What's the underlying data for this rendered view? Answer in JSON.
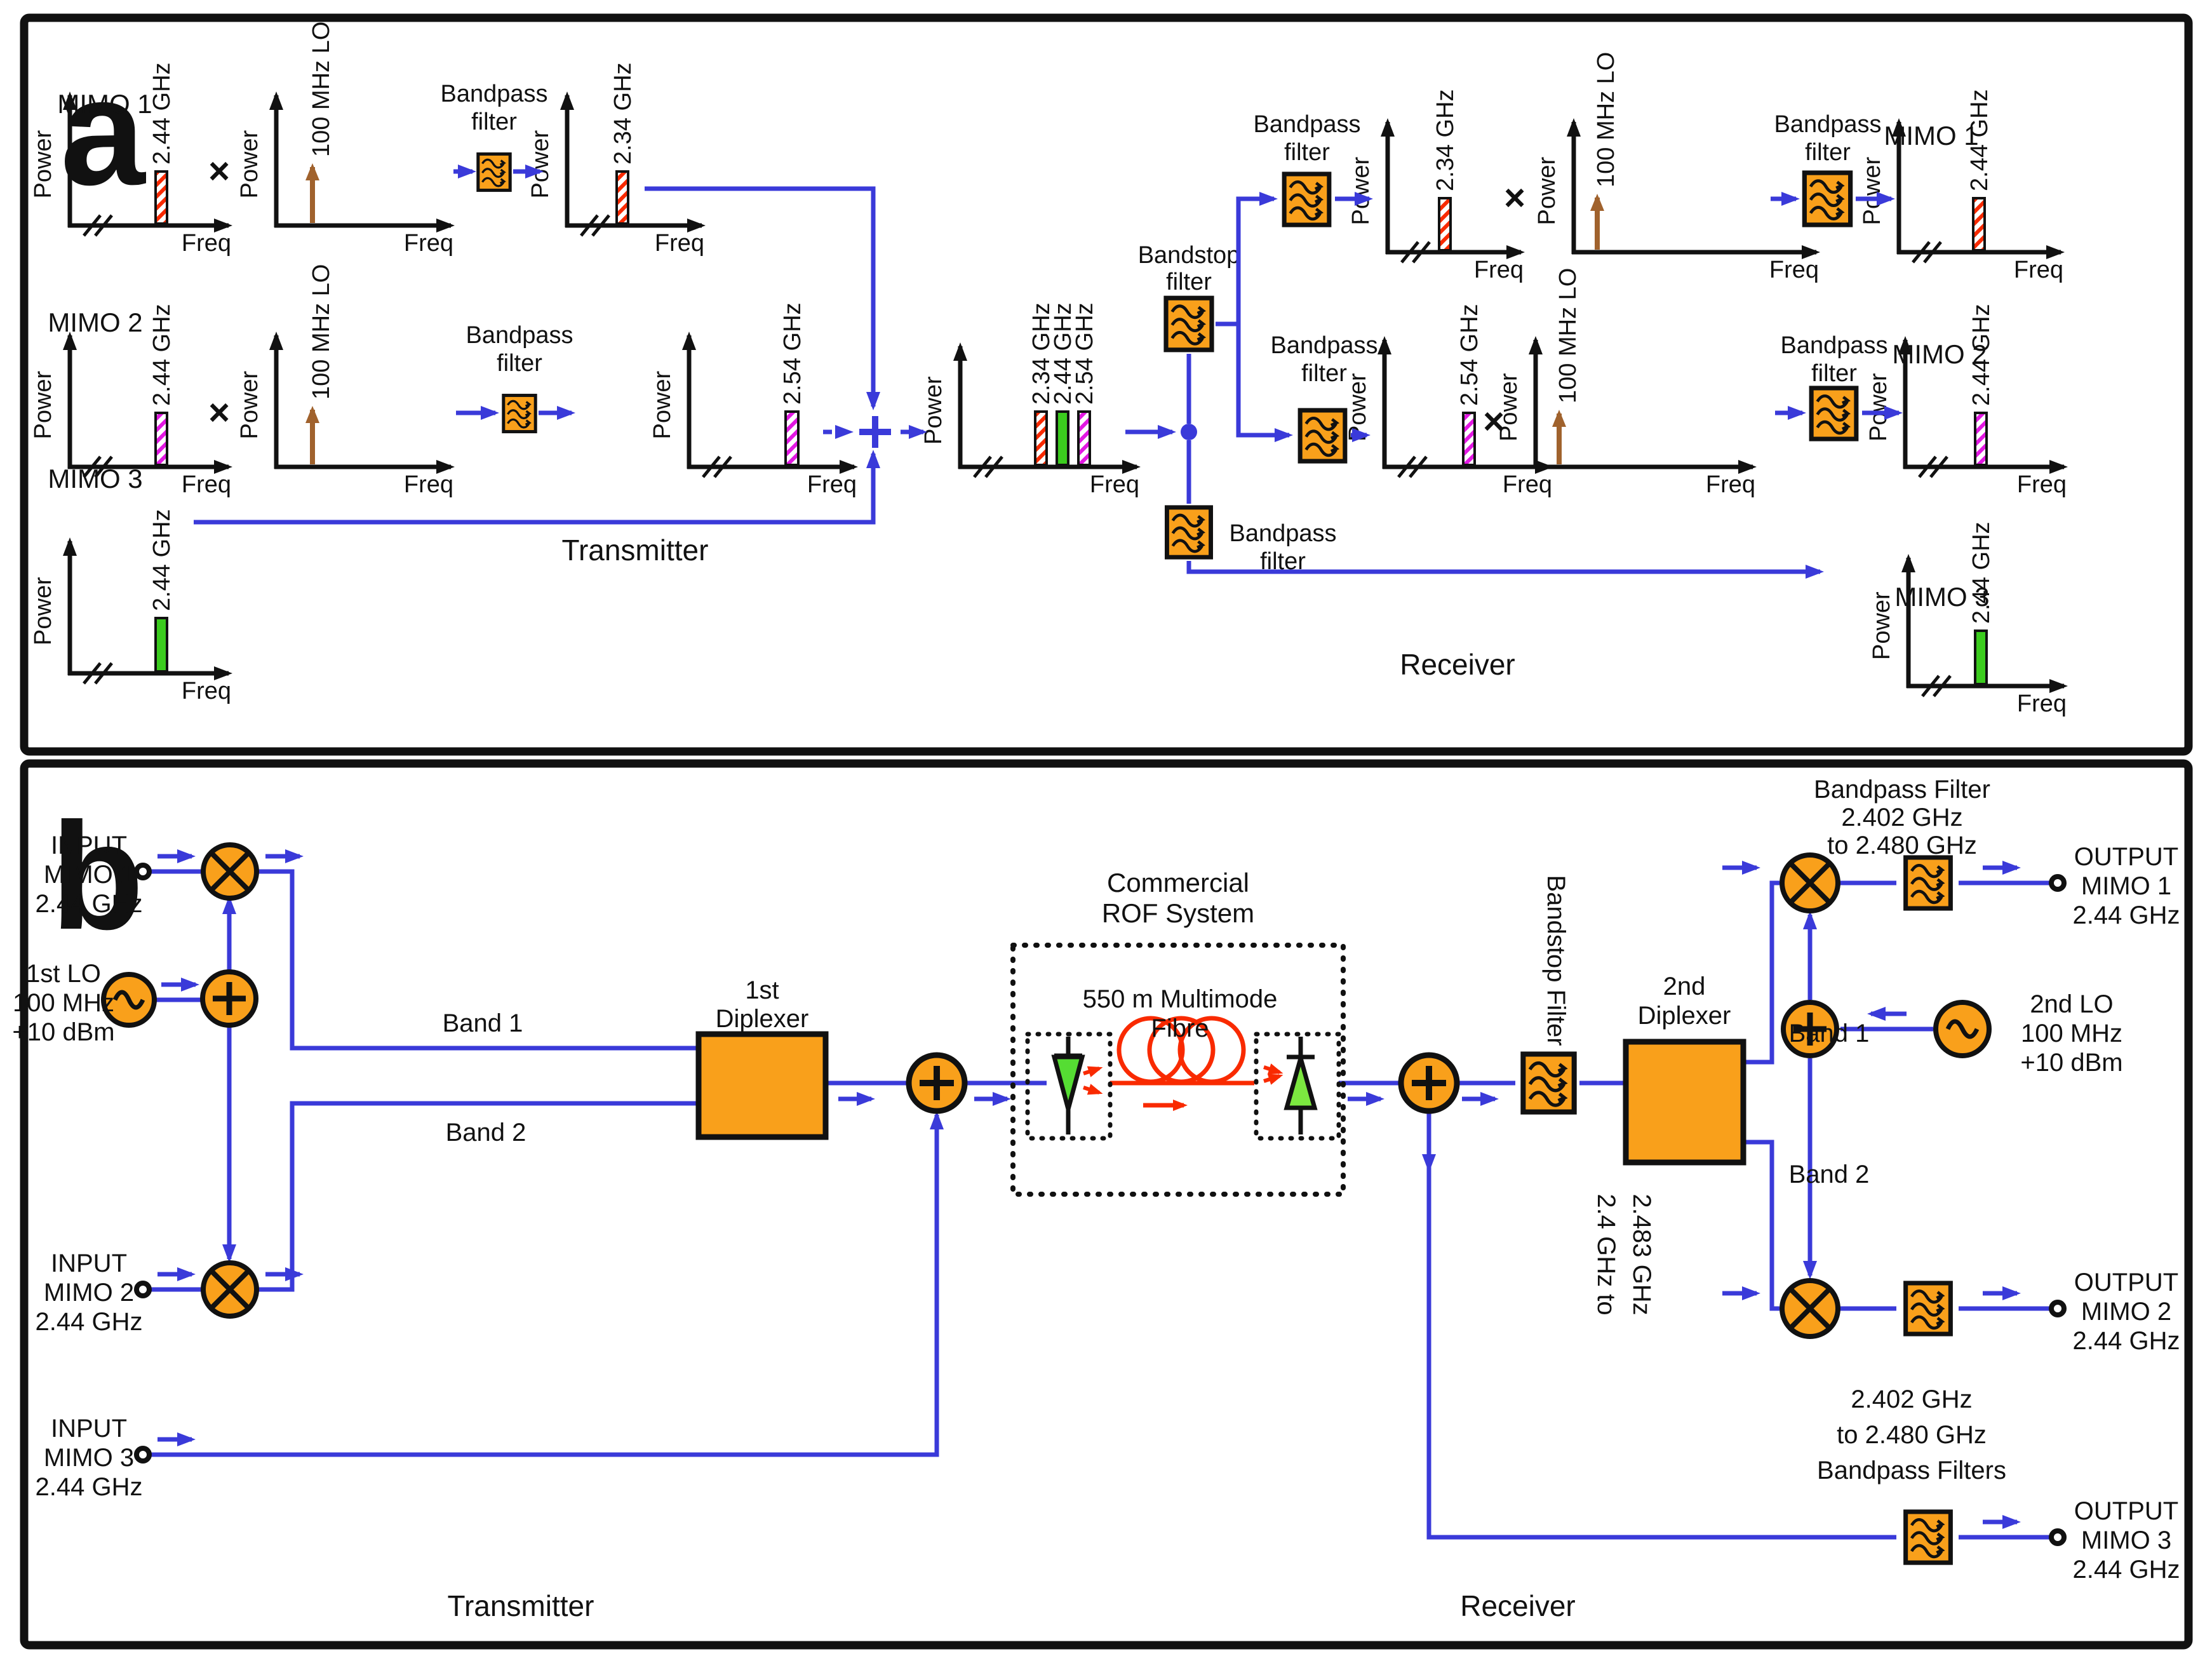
{
  "colors": {
    "wire_blue": "#3a3ad9",
    "component_orange": "#f9a01b",
    "mimo1_red": "#fb3b1e",
    "mimo2_magenta": "#e218e2",
    "mimo3_green": "#3ddd3d",
    "bar_green": "#3bcc1e",
    "lo_brown": "#a0622d",
    "fibre_red": "#f92a00"
  },
  "panel_a": {
    "label": "a",
    "power": "Power",
    "freq": "Freq",
    "mimo1": "MIMO 1",
    "mimo2": "MIMO 2",
    "mimo3": "MIMO 3",
    "lo": "100 MHz LO",
    "times": "×",
    "f234": "2.34 GHz",
    "f244": "2.44 GHz",
    "f254": "2.54 GHz",
    "bandpass1": "Bandpass",
    "bandpass2": "filter",
    "bandstop1": "Bandstop",
    "bandstop2": "filter",
    "transmitter": "Transmitter",
    "receiver": "Receiver"
  },
  "panel_b": {
    "label": "b",
    "input1": [
      "INPUT",
      "MIMO 1",
      "2.44 GHz"
    ],
    "input2": [
      "INPUT",
      "MIMO 2",
      "2.44 GHz"
    ],
    "input3": [
      "INPUT",
      "MIMO 3",
      "2.44 GHz"
    ],
    "output1": [
      "OUTPUT",
      "MIMO 1",
      "2.44 GHz"
    ],
    "output2": [
      "OUTPUT",
      "MIMO 2",
      "2.44 GHz"
    ],
    "output3": [
      "OUTPUT",
      "MIMO 3",
      "2.44 GHz"
    ],
    "lo1": [
      "1st LO",
      "100 MHz",
      "+10 dBm"
    ],
    "lo2": [
      "2nd LO",
      "100 MHz",
      "+10 dBm"
    ],
    "diplexer1": [
      "1st",
      "Diplexer"
    ],
    "diplexer2": [
      "2nd",
      "Diplexer"
    ],
    "band1": "Band 1",
    "band2": "Band 2",
    "rof_title": [
      "Commercial",
      "ROF System"
    ],
    "fibre_label": [
      "550 m Multimode",
      "Fibre"
    ],
    "bandstop_label": "Bandstop Filter",
    "bandstop_range": [
      "2.4 GHz to",
      "2.483 GHz"
    ],
    "bpf_top": [
      "Bandpass Filter",
      "2.402 GHz",
      "to 2.480 GHz"
    ],
    "bpf_bottom": [
      "2.402 GHz",
      "to 2.480 GHz",
      "Bandpass Filters"
    ],
    "transmitter": "Transmitter",
    "receiver": "Receiver"
  }
}
